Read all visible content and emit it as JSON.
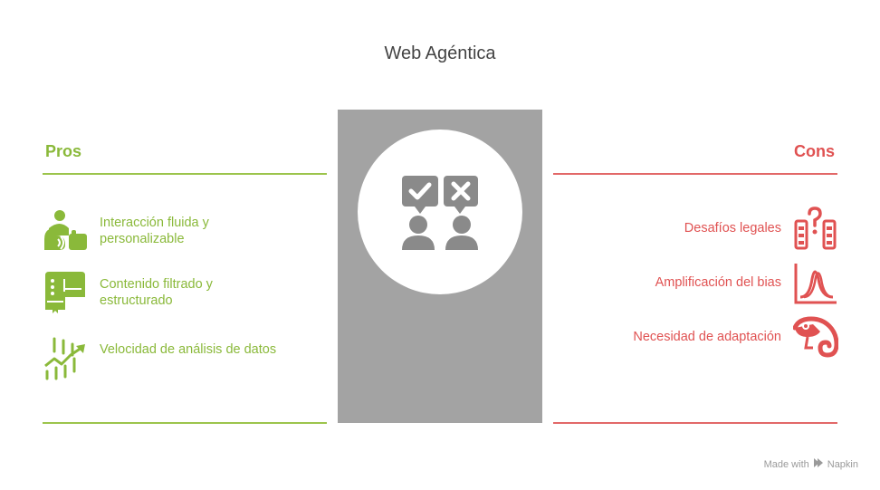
{
  "title": "Web Agéntica",
  "pros": {
    "heading": "Pros",
    "color": "#8ab93a",
    "items": [
      {
        "label": "Interacción fluida y personalizable",
        "icon": "user-interaction-icon"
      },
      {
        "label": "Contenido filtrado y estructurado",
        "icon": "filtered-content-icon"
      },
      {
        "label": "Velocidad de análisis de datos",
        "icon": "growth-chart-icon"
      }
    ]
  },
  "cons": {
    "heading": "Cons",
    "color": "#e05252",
    "items": [
      {
        "label": "Desafíos legales",
        "icon": "legal-question-icon"
      },
      {
        "label": "Amplificación del bias",
        "icon": "bias-distribution-icon"
      },
      {
        "label": "Necesidad de adaptación",
        "icon": "chameleon-icon"
      }
    ]
  },
  "center": {
    "icon": "decision-people-icon",
    "panel_color": "#a3a3a3"
  },
  "watermark": {
    "prefix": "Made with",
    "brand": "Napkin"
  }
}
